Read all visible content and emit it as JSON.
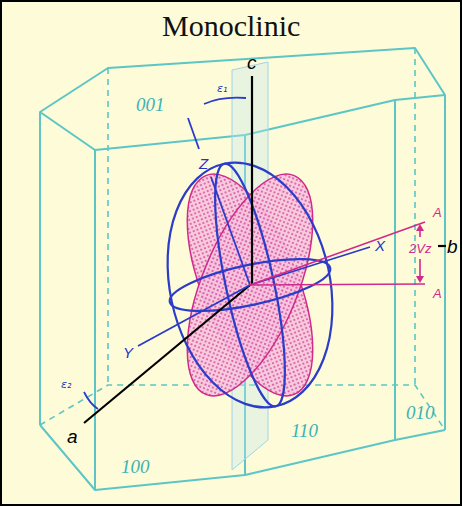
{
  "diagram": {
    "title": "Monoclinic",
    "labels": [
      "c",
      "ε₁",
      "Z",
      "001",
      "A",
      "X",
      "2Vz",
      "b",
      "A",
      "Y",
      "ε₂",
      "a",
      "010",
      "110",
      "100"
    ]
  }
}
